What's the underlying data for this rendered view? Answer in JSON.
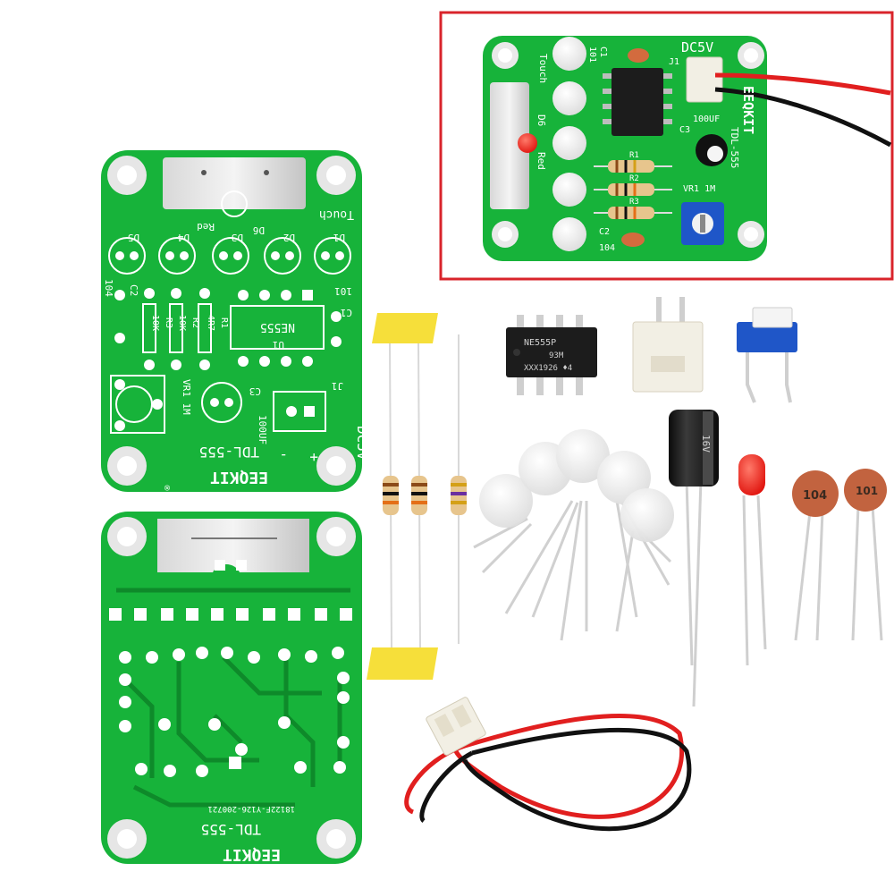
{
  "colors": {
    "pcb_green": "#17b33a",
    "pcb_dark": "#0e8a2a",
    "inset_border": "#d9242b",
    "wire_red": "#e11f1f",
    "wire_black": "#111111",
    "capacitor_body": "#1a1a1a",
    "ceramic_cap": "#c2633f",
    "yellow_tape": "#f6df3a",
    "trimmer_blue": "#1f56c8"
  },
  "board_front": {
    "brand": "EEQKIT",
    "registered": "®",
    "model": "TDL-555",
    "dc_label": "DC5V",
    "touch_label": "Touch",
    "red_label": "Red",
    "d6_label": "D6",
    "j1_label": "J1",
    "c1_label": "C1",
    "c1_value": "101",
    "c2_label": "C2",
    "c2_value": "104",
    "c3_label": "C3",
    "c3_value": "100UF",
    "vr_label": "VR1 1M",
    "u1_label": "U1",
    "ic_label": "NE555",
    "r1_label": "R1",
    "r1_value": "4R7",
    "r2_label": "R2",
    "r2_value": "10K",
    "r3_label": "R3",
    "r3_value": "10K",
    "led_labels": [
      "D5",
      "D4",
      "D3",
      "D2",
      "D1"
    ],
    "plus": "+",
    "minus": "-"
  },
  "board_back": {
    "brand": "EEQKIT",
    "model": "TDL-555",
    "serial": "18122F-Y126-200721"
  },
  "inset": {
    "touch_label": "Touch",
    "d6_label": "D6",
    "red_label": "Red",
    "c1_label": "C1",
    "c1_value": "101",
    "dc_label": "DC5V",
    "j1_label": "J1",
    "c3_label": "C3",
    "c3_value": "100UF",
    "brand": "EEQKIT",
    "model": "TDL-555",
    "r1_label": "R1",
    "r2_label": "R2",
    "r3_label": "R3",
    "vr_label": "VR1 1M",
    "c2_label": "C2",
    "c2_value": "104"
  },
  "parts": {
    "ic_marking_line1": "NE555P",
    "ic_marking_line2": "93M",
    "ic_marking_line3": "XXX1926 ♦4",
    "electrolytic_rating": "16V",
    "ceramic_left": "104",
    "ceramic_right": "101"
  }
}
